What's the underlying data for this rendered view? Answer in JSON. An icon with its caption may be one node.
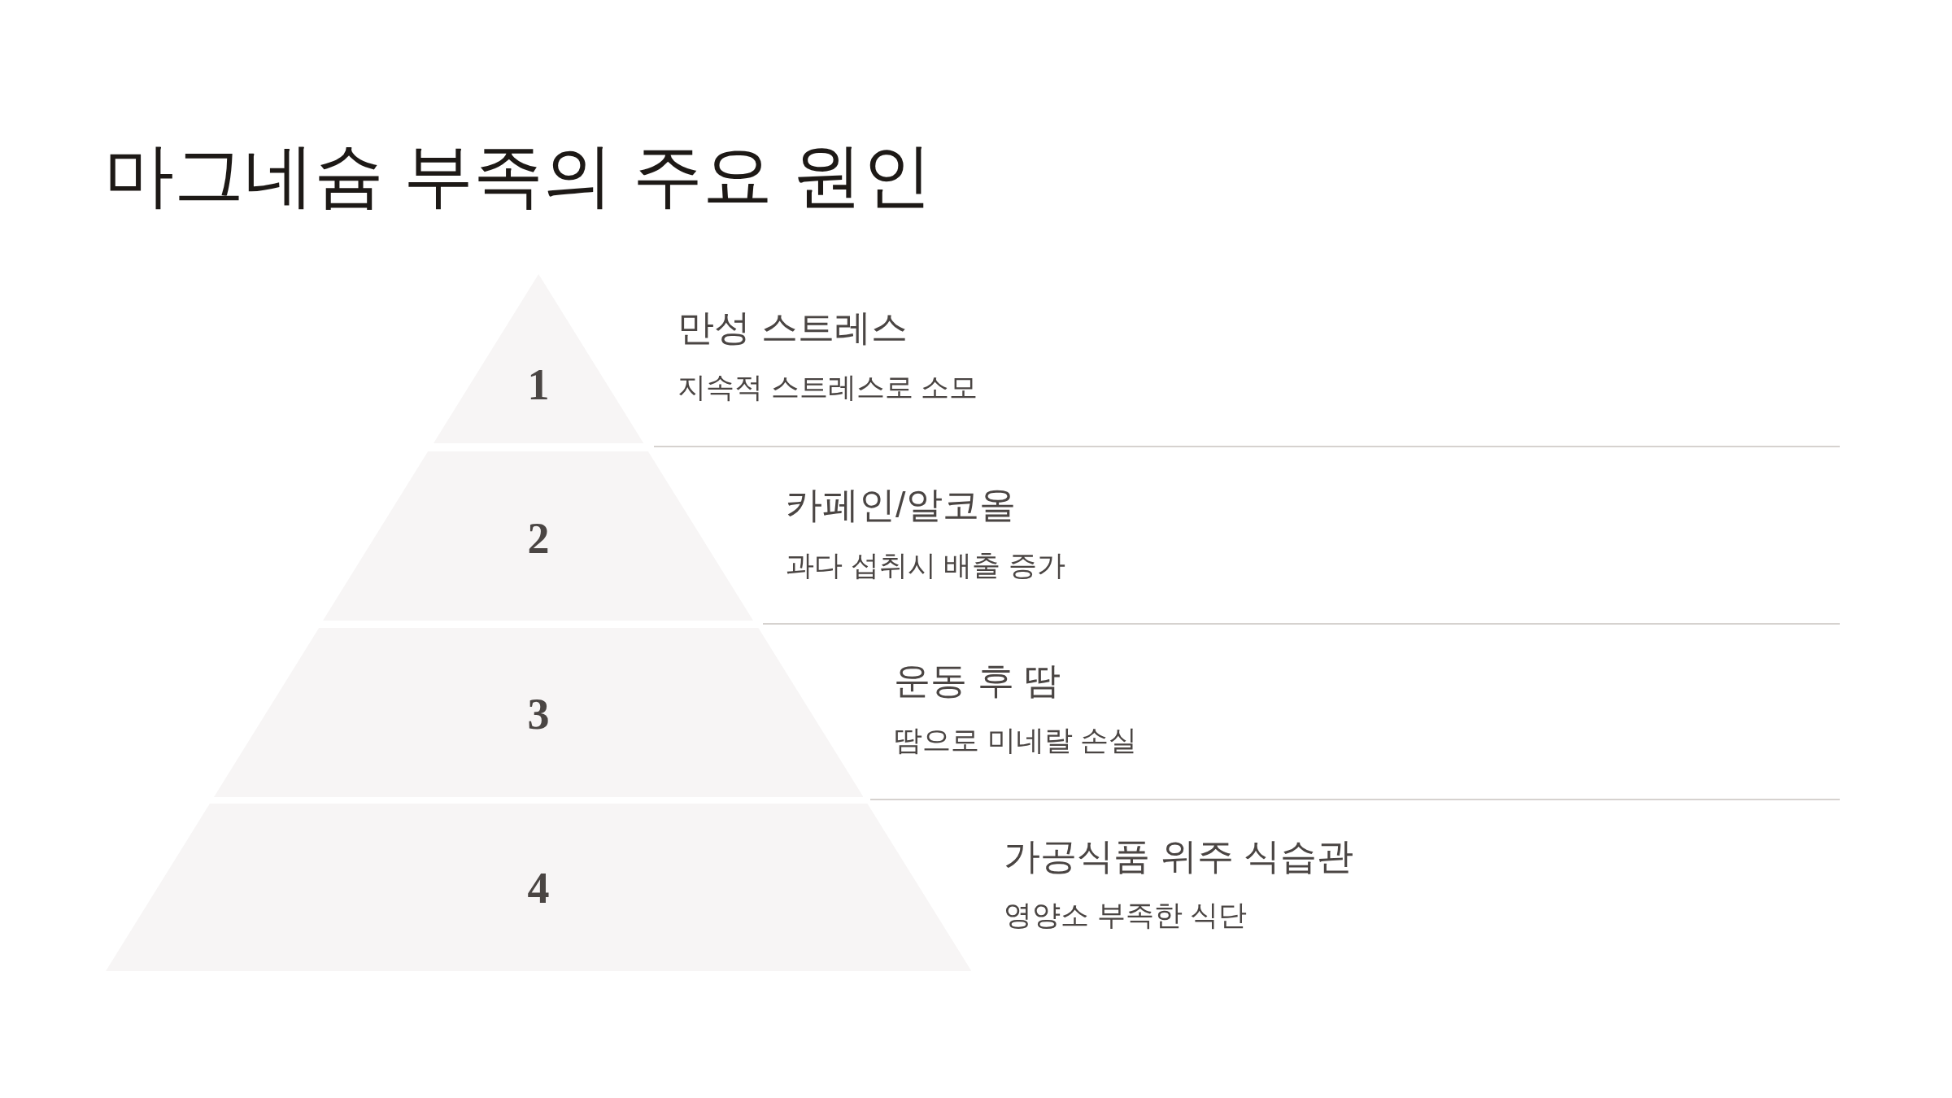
{
  "diagram": {
    "title": "마그네슘 부족의 주요 원인",
    "nodes": [
      {
        "text": [
          "1"
        ],
        "beside": [
          "만성 스트레스",
          "지속적 스트레스로 소모"
        ]
      },
      {
        "text": [
          "2"
        ],
        "beside": [
          "카페인/알코올",
          "과다 섭취시 배출 증가"
        ]
      },
      {
        "text": [
          "3"
        ],
        "beside": [
          "운동 후 땀",
          "땀으로 미네랄 손실"
        ]
      },
      {
        "text": [
          "4"
        ],
        "beside": [
          "가공식품 위주 식습관",
          "영양소 부족한 식단"
        ]
      }
    ]
  }
}
